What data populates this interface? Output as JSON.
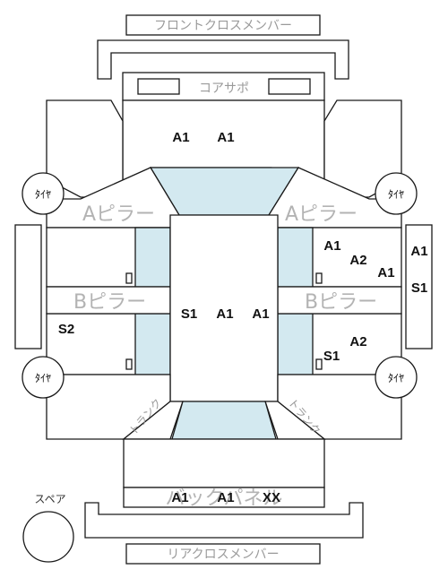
{
  "labels": {
    "front_cross_member": "フロントクロスメンバー",
    "core_support": "コアサポ",
    "a_pillar_left": "Aピラー",
    "a_pillar_right": "Aピラー",
    "b_pillar_left": "Bピラー",
    "b_pillar_right": "Bピラー",
    "rear_panel": "バックパネル",
    "rear_cross_member": "リアクロスメンバー",
    "spare": "スペア",
    "trunk_left": "トランク",
    "trunk_right": "トランク"
  },
  "tires": {
    "front_left": "ﾀｲﾔ",
    "front_right": "ﾀｲﾔ",
    "rear_left": "ﾀｲﾔ",
    "rear_right": "ﾀｲﾔ"
  },
  "codes": {
    "hood_1": "A1",
    "hood_2": "A1",
    "roof_s1": "S1",
    "roof_a1_1": "A1",
    "roof_a1_2": "A1",
    "right_front_door_a1": "A1",
    "right_front_door_a2": "A2",
    "right_front_door_a1_b": "A1",
    "right_rear_door_a2": "A2",
    "right_rear_door_s1": "S1",
    "left_rear_door_s2": "S2",
    "right_step_a1": "A1",
    "right_step_s1": "S1",
    "rear_a1_1": "A1",
    "rear_a1_2": "A1",
    "rear_xx": "XX"
  },
  "colors": {
    "glass": "#d3e9f0",
    "line": "#1a1a1a",
    "label_gray": "#9a9a9a"
  }
}
